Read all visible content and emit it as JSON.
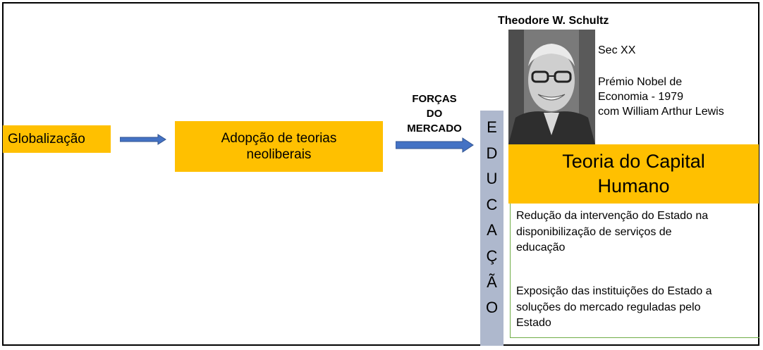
{
  "diagram": {
    "globalizacao": "Globalização",
    "adopcao": "Adopção de teorias\nneoliberais",
    "forcas_do_mercado": "FORÇAS\nDO\nMERCADO",
    "educacao_letters": [
      "E",
      "D",
      "U",
      "C",
      "A",
      "Ç",
      "Ã",
      "O"
    ]
  },
  "schultz": {
    "name": "Theodore W. Schultz",
    "century": "Sec XX",
    "award": "Prémio Nobel de\nEconomia - 1979\ncom William Arthur Lewis",
    "photo_icon": "portrait-photo"
  },
  "theory": {
    "title": "Teoria do Capital\nHumano",
    "point_1": "Redução da intervenção do Estado na\ndisponibilização de serviços de\neducação",
    "point_2": "Exposição das instituições do Estado a\nsoluções do mercado  reguladas pelo\nEstado"
  },
  "colors": {
    "box_fill": "#ffc000",
    "arrow": "#4472c4",
    "education_bar": "#aeb8cd",
    "panel_border": "#70ad47"
  }
}
